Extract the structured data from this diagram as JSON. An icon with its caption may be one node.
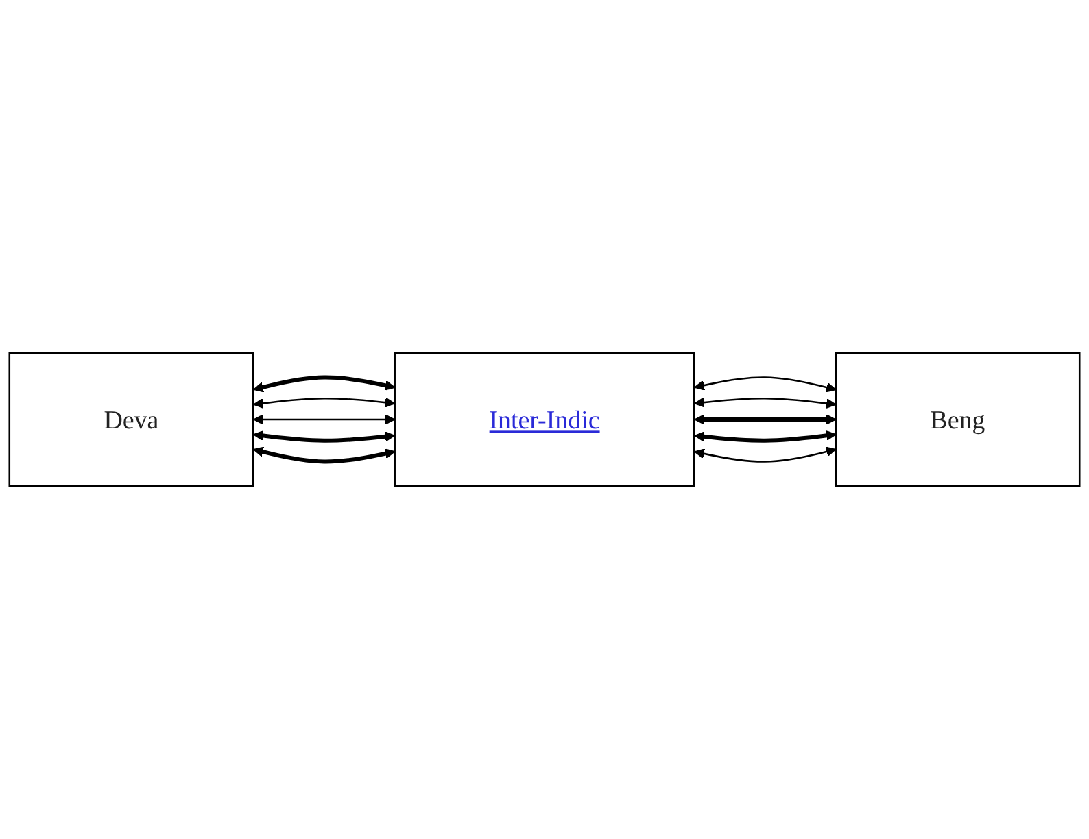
{
  "diagram": {
    "nodes": [
      {
        "text": [
          "Deva"
        ]
      },
      {
        "text": [
          "Inter-Indic"
        ]
      },
      {
        "text": [
          "Beng"
        ]
      }
    ],
    "edges": [
      {
        "from": 0,
        "to": 1,
        "arrow": "both",
        "style": "thick"
      },
      {
        "from": 0,
        "to": 1,
        "arrow": "both"
      },
      {
        "from": 0,
        "to": 1,
        "arrow": "both"
      },
      {
        "from": 0,
        "to": 1,
        "arrow": "both",
        "style": "thick"
      },
      {
        "from": 0,
        "to": 1,
        "arrow": "both",
        "style": "thick"
      },
      {
        "from": 1,
        "to": 2,
        "arrow": "both"
      },
      {
        "from": 1,
        "to": 2,
        "arrow": "both"
      },
      {
        "from": 1,
        "to": 2,
        "arrow": "both",
        "style": "thick"
      },
      {
        "from": 1,
        "to": 2,
        "arrow": "both",
        "style": "thick"
      },
      {
        "from": 1,
        "to": 2,
        "arrow": "both"
      }
    ]
  }
}
